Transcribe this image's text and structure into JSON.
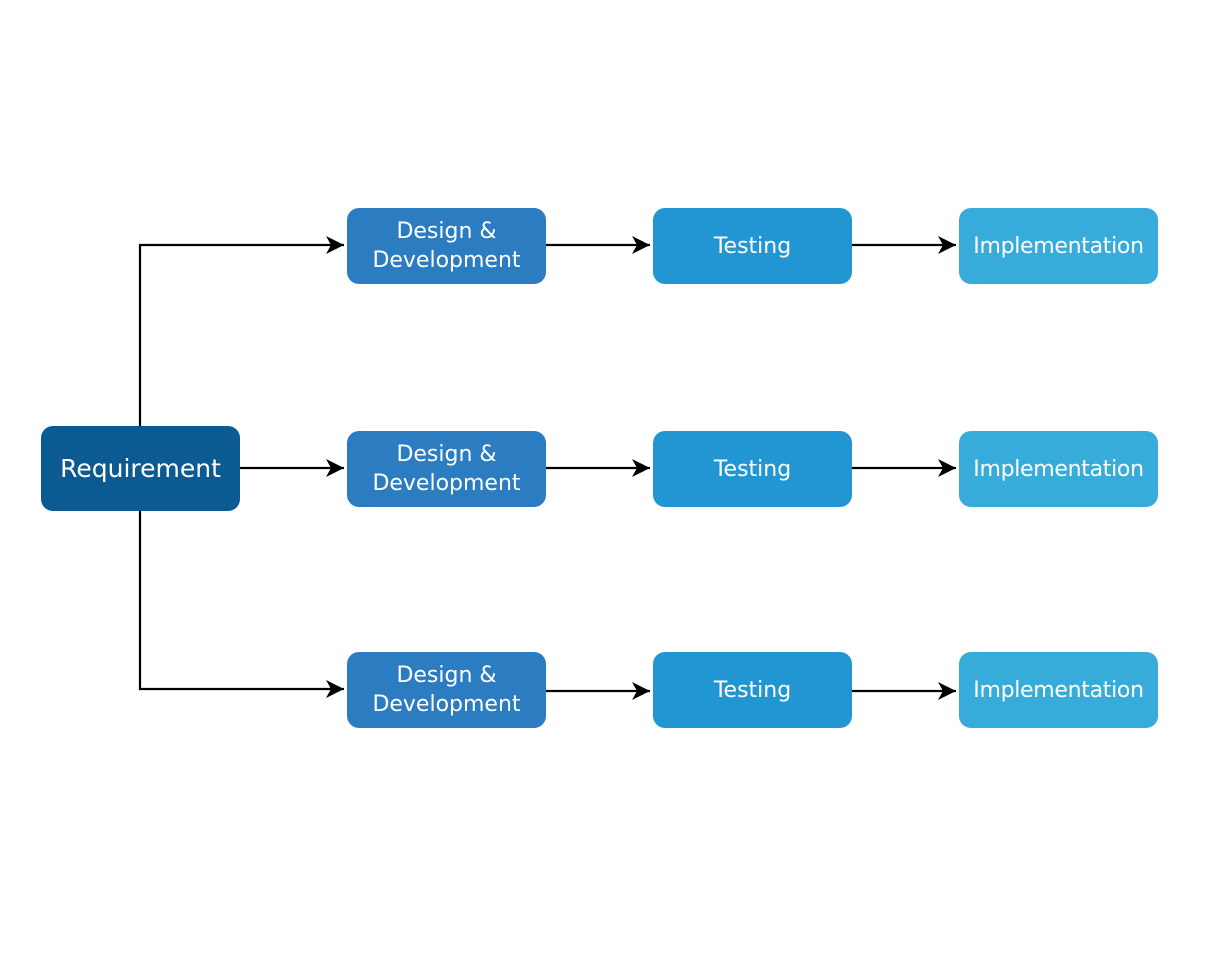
{
  "colors": {
    "requirement": "#0b5a92",
    "design": "#2b7cc1",
    "testing": "#2196d2",
    "implementation": "#37abd9",
    "connector": "#000000",
    "text": "#ffffff",
    "background": "#ffffff"
  },
  "requirement": {
    "label": "Requirement"
  },
  "rows": [
    {
      "design": {
        "line1": "Design &",
        "line2": "Development"
      },
      "testing": {
        "label": "Testing"
      },
      "implementation": {
        "label": "Implementation"
      }
    },
    {
      "design": {
        "line1": "Design &",
        "line2": "Development"
      },
      "testing": {
        "label": "Testing"
      },
      "implementation": {
        "label": "Implementation"
      }
    },
    {
      "design": {
        "line1": "Design &",
        "line2": "Development"
      },
      "testing": {
        "label": "Testing"
      },
      "implementation": {
        "label": "Implementation"
      }
    }
  ]
}
